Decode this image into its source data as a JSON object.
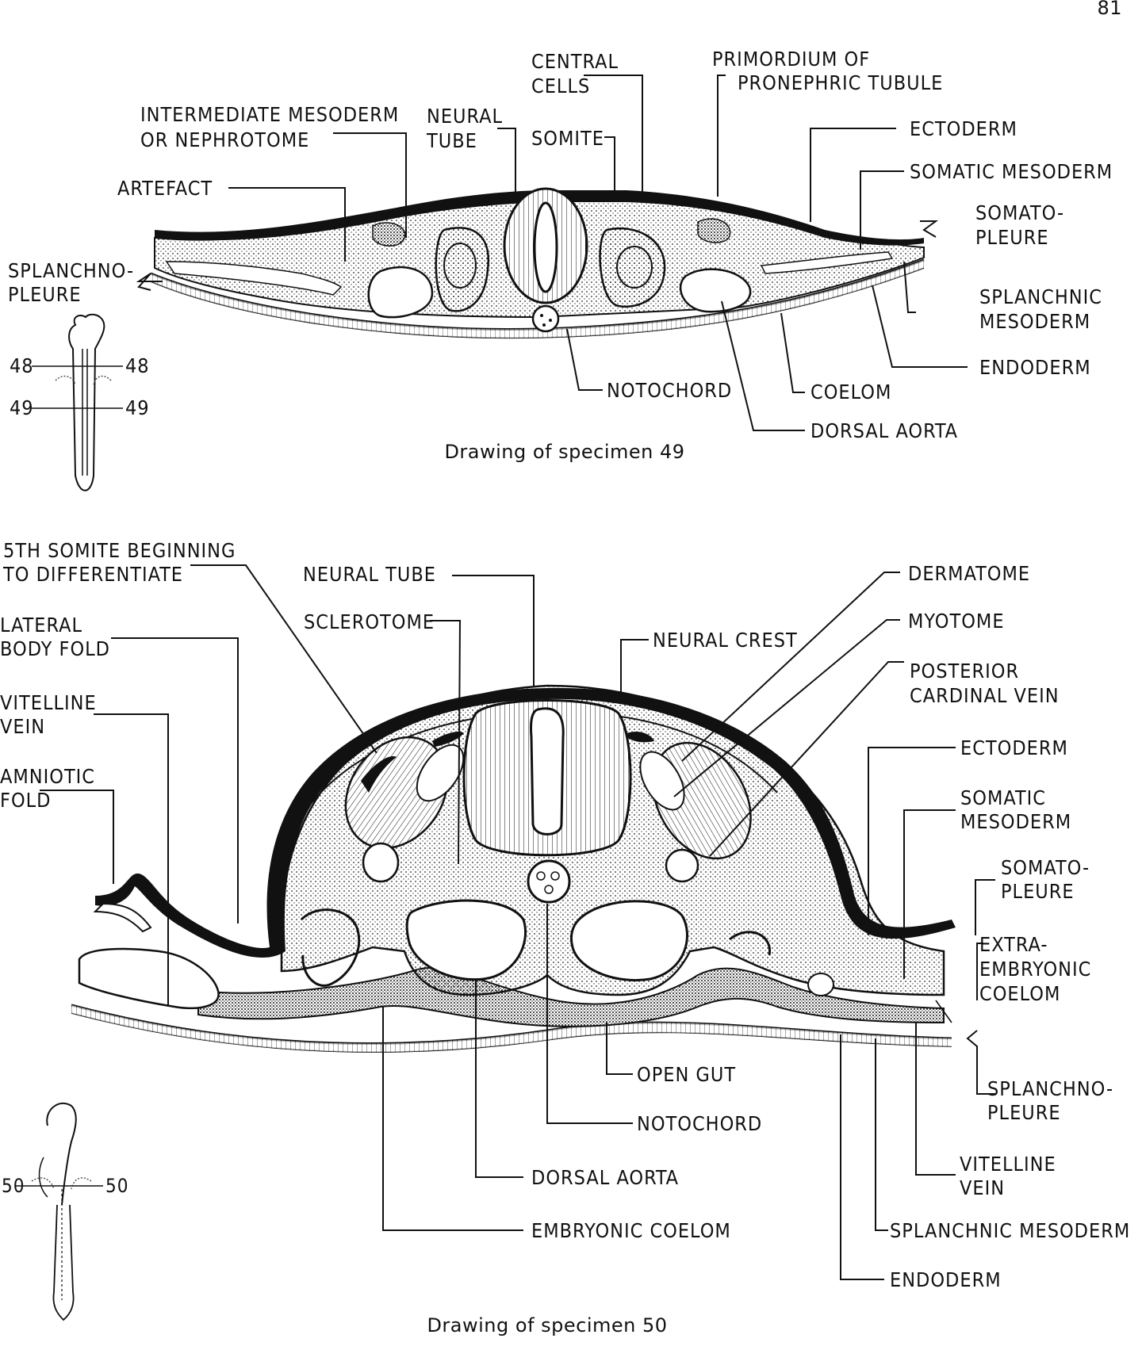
{
  "page_number": "81",
  "figure_top": {
    "caption": "Drawing of specimen 49",
    "labels": {
      "central_cells": [
        "CENTRAL",
        "CELLS"
      ],
      "primordium": [
        "PRIMORDIUM OF",
        "PRONEPHRIC TUBULE"
      ],
      "intermediate_mesoderm": [
        "INTERMEDIATE MESODERM",
        "OR NEPHROTOME"
      ],
      "neural_tube": [
        "NEURAL",
        "TUBE"
      ],
      "somite": "SOMITE",
      "ectoderm": "ECTODERM",
      "artefact": "ARTEFACT",
      "somatic_mesoderm": "SOMATIC MESODERM",
      "somatopleure": [
        "SOMATO-",
        "PLEURE"
      ],
      "splanchnopleure": [
        "SPLANCHNO-",
        "PLEURE"
      ],
      "splanchnic_mesoderm": [
        "SPLANCHNIC",
        "MESODERM"
      ],
      "endoderm": "ENDODERM",
      "notochord": "NOTOCHORD",
      "coelom": "COELOM",
      "dorsal_aorta": "DORSAL AORTA"
    },
    "inset_markers": [
      "48",
      "48",
      "49",
      "49"
    ]
  },
  "figure_bottom": {
    "caption": "Drawing of specimen 50",
    "labels": {
      "fifth_somite": [
        "5TH SOMITE BEGINNING",
        "TO DIFFERENTIATE"
      ],
      "neural_tube": "NEURAL TUBE",
      "dermatome": "DERMATOME",
      "lateral_body_fold": [
        "LATERAL",
        "BODY FOLD"
      ],
      "sclerotome": "SCLEROTOME",
      "myotome": "MYOTOME",
      "neural_crest": "NEURAL CREST",
      "posterior_cardinal_vein": [
        "POSTERIOR",
        "CARDINAL VEIN"
      ],
      "vitelline_vein_left": [
        "VITELLINE",
        "VEIN"
      ],
      "ectoderm": "ECTODERM",
      "amniotic_fold": [
        "AMNIOTIC",
        "FOLD"
      ],
      "somatic_mesoderm": [
        "SOMATIC",
        "MESODERM"
      ],
      "somatopleure": [
        "SOMATO-",
        "PLEURE"
      ],
      "extraembryonic_coelom": [
        "EXTRA-",
        "EMBRYONIC",
        "COELOM"
      ],
      "splanchnopleure": [
        "SPLANCHNO-",
        "PLEURE"
      ],
      "open_gut": "OPEN GUT",
      "notochord": "NOTOCHORD",
      "vitelline_vein_right": [
        "VITELLINE",
        "VEIN"
      ],
      "dorsal_aorta": "DORSAL AORTA",
      "splanchnic_mesoderm": "SPLANCHNIC MESODERM",
      "embryonic_coelom": "EMBRYONIC COELOM",
      "endoderm": "ENDODERM"
    },
    "inset_markers": [
      "50",
      "50"
    ]
  }
}
